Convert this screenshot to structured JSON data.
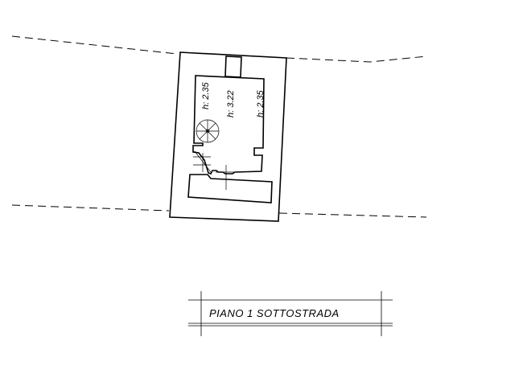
{
  "plan": {
    "title": "PIANO 1 SOTTOSTRADA",
    "heights": [
      {
        "label": "h: 2.35"
      },
      {
        "label": "h: 3.22"
      },
      {
        "label": "h: 2.35"
      }
    ]
  },
  "colors": {
    "line": "#000000",
    "background": "#ffffff"
  }
}
